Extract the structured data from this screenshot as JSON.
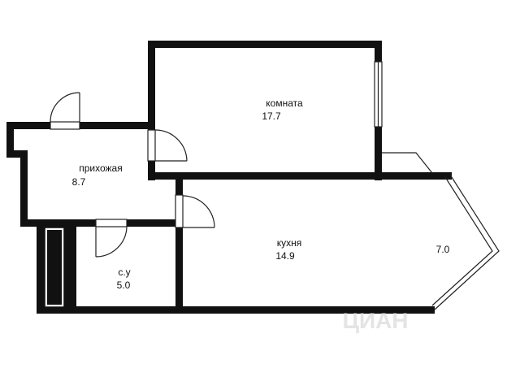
{
  "rooms": {
    "living": {
      "name": "комната",
      "area": "17.7"
    },
    "hall": {
      "name": "прихожая",
      "area": "8.7"
    },
    "bathroom": {
      "name": "с.у",
      "area": "5.0"
    },
    "kitchen": {
      "name": "кухня",
      "area": "14.9"
    },
    "balcony": {
      "area": "7.0"
    }
  },
  "watermark": {
    "text": "ЦИАН"
  },
  "colors": {
    "wall": "#111111",
    "background": "#ffffff"
  }
}
